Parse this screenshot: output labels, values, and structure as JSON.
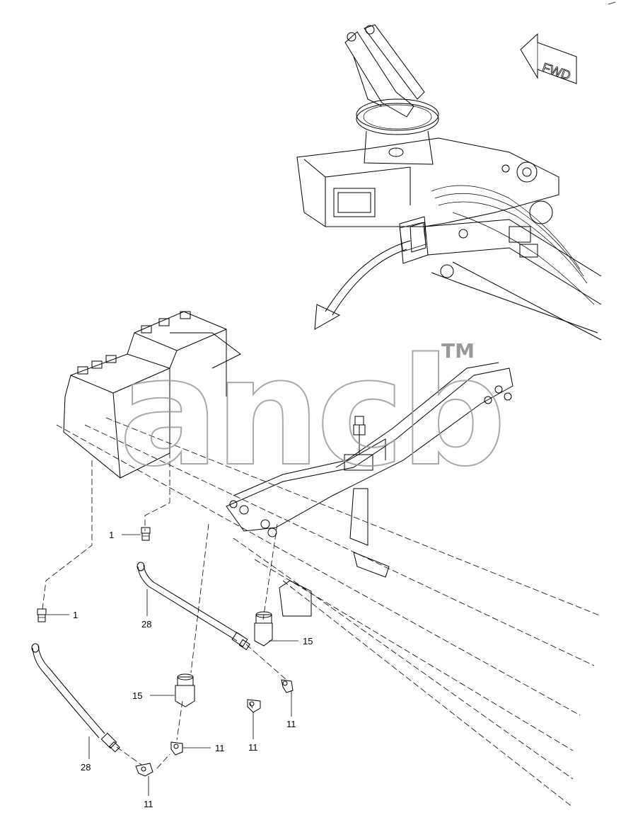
{
  "direction_marker": {
    "text": "FWD"
  },
  "watermark": {
    "text": "ancb",
    "trademark": "TM"
  },
  "callouts": [
    {
      "id": "c1a",
      "label": "1"
    },
    {
      "id": "c1b",
      "label": "1"
    },
    {
      "id": "c28a",
      "label": "28"
    },
    {
      "id": "c28b",
      "label": "28"
    },
    {
      "id": "c15a",
      "label": "15"
    },
    {
      "id": "c15b",
      "label": "15"
    },
    {
      "id": "c11a",
      "label": "11"
    },
    {
      "id": "c11b",
      "label": "11"
    },
    {
      "id": "c11c",
      "label": "11"
    },
    {
      "id": "c11d",
      "label": "11"
    }
  ]
}
